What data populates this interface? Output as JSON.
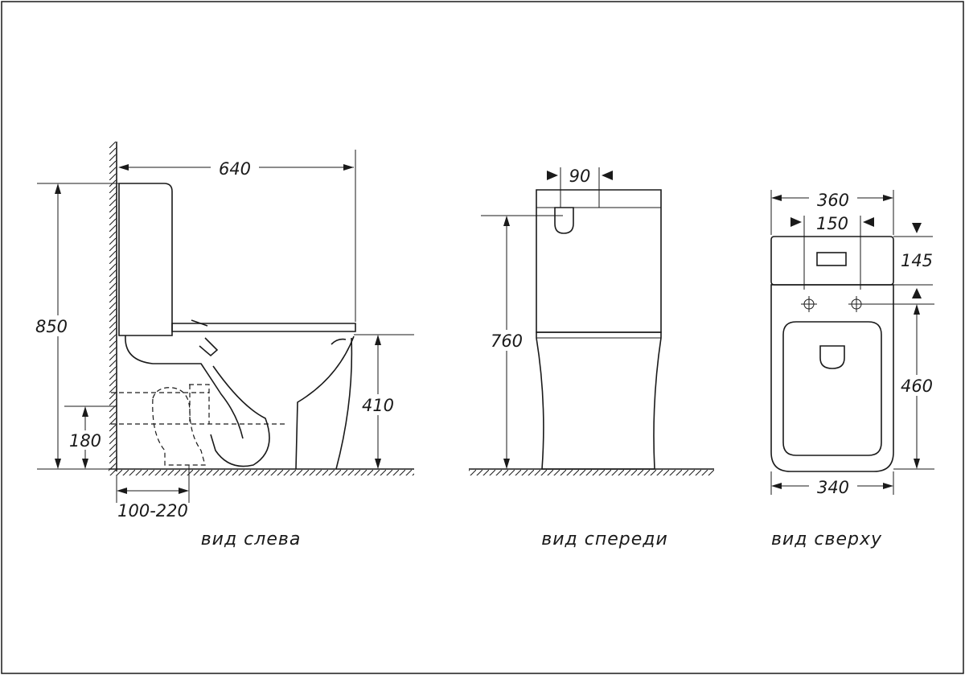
{
  "views": {
    "left": {
      "caption": "вид слева",
      "dims": {
        "width": "640",
        "height": "850",
        "seat_height": "410",
        "outlet_height": "180",
        "outlet_offset": "100-220"
      }
    },
    "front": {
      "caption": "вид спереди",
      "dims": {
        "button_width": "90",
        "height": "760"
      }
    },
    "top": {
      "caption": "вид сверху",
      "dims": {
        "tank_width": "360",
        "button_width": "150",
        "tank_depth": "145",
        "bowl_depth": "460",
        "bowl_width": "340"
      }
    }
  }
}
